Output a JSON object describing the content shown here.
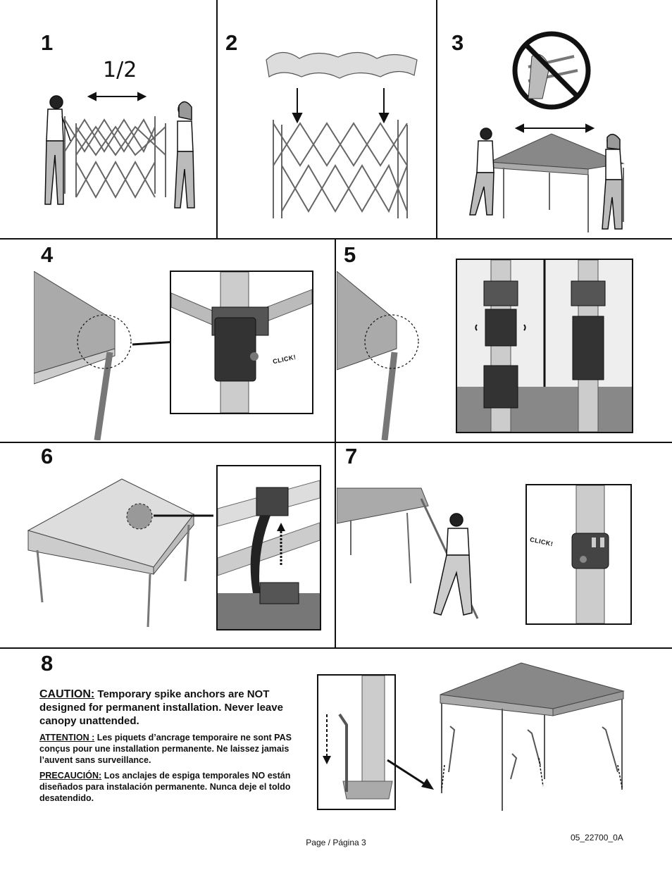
{
  "steps": [
    "1",
    "2",
    "3",
    "4",
    "5",
    "6",
    "7",
    "8"
  ],
  "step1": {
    "fraction_label": "1/2"
  },
  "step4": {
    "click_label": "CLICK!"
  },
  "step7": {
    "click_label": "CLICK!"
  },
  "caution": {
    "heading": "CAUTION:",
    "english": "Temporary spike anchors are NOT designed for permanent installation. Never leave canopy unattended.",
    "french_lead": "ATTENTION :",
    "french": "Les piquets d’ancrage temporaire ne sont PAS conçus pour une installation permanente. Ne laissez jamais l’auvent sans surveillance.",
    "spanish_lead": "PRECAUCIÓN:",
    "spanish": "Los anclajes de espiga temporales NO están diseñados para instalación permanente. Nunca deje el toldo desatendido."
  },
  "footer": {
    "page": "Page / Página 3",
    "code": "05_22700_0A"
  },
  "icons": [
    "person-icon",
    "frame-icon",
    "canopy-icon",
    "bracket-icon",
    "stake-icon",
    "no-symbol-icon",
    "arrow-icon"
  ]
}
